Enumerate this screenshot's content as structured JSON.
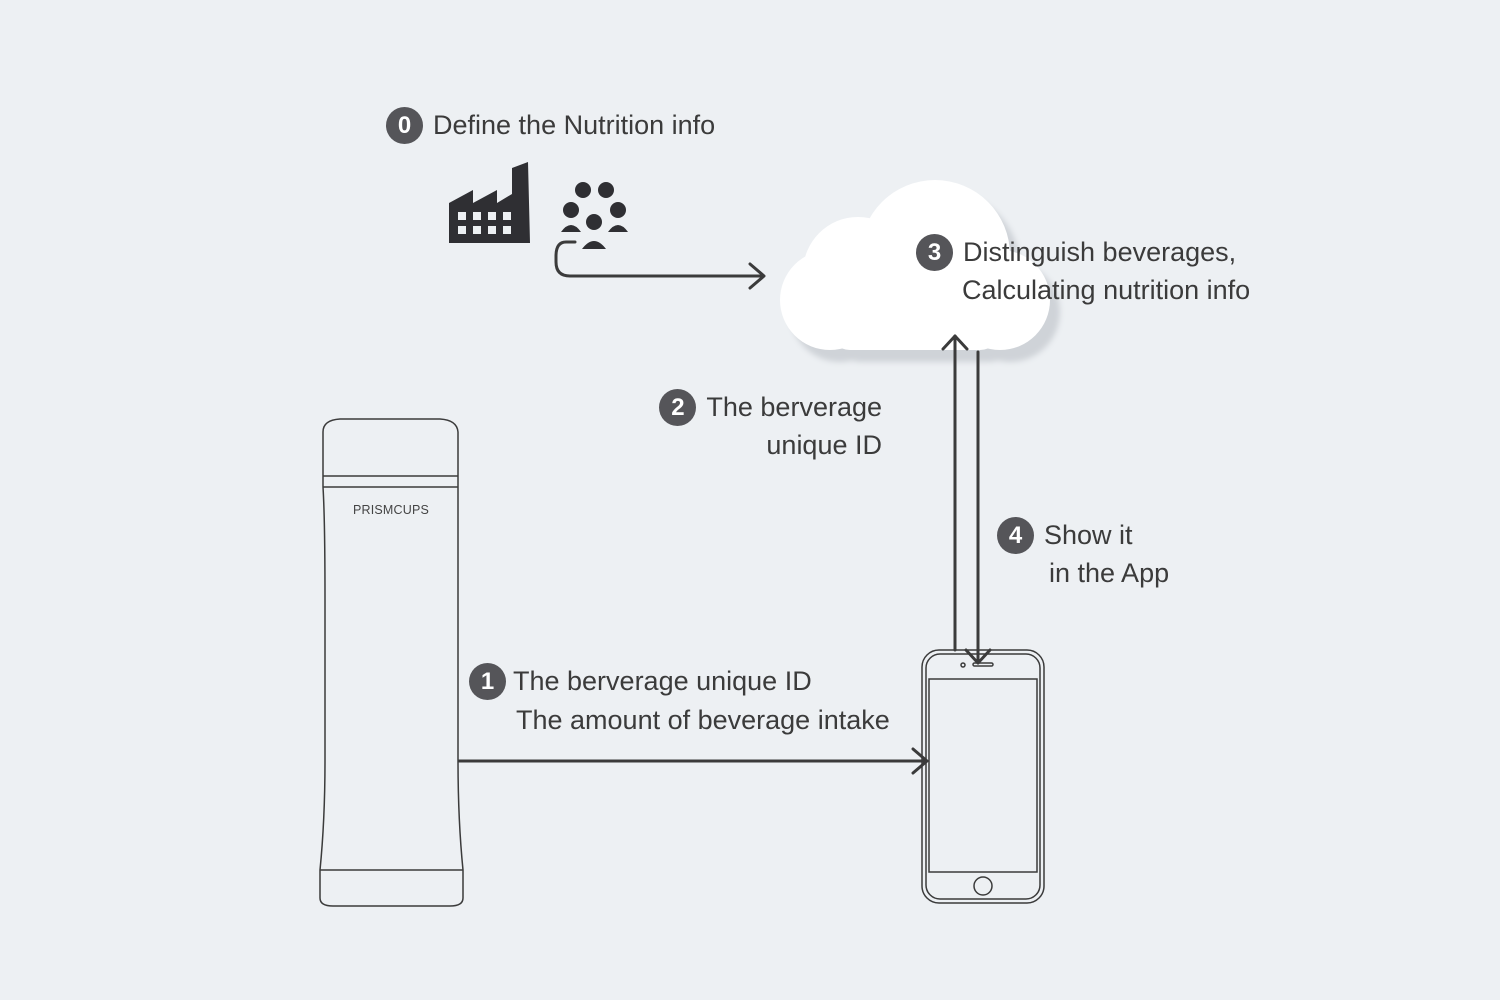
{
  "steps": {
    "step0": {
      "number": "0",
      "text": "Define the Nutrition info"
    },
    "step1": {
      "number": "1",
      "line1": "The berverage unique ID",
      "line2": "The amount of beverage intake"
    },
    "step2": {
      "number": "2",
      "line1": "The berverage",
      "line2": "unique ID"
    },
    "step3": {
      "number": "3",
      "line1": "Distinguish beverages,",
      "line2": "Calculating nutrition info"
    },
    "step4": {
      "number": "4",
      "line1": "Show it",
      "line2": "in the App"
    }
  },
  "bottle": {
    "brand": "PRISMCUPS"
  },
  "icons": [
    "factory-icon",
    "people-group-icon",
    "cloud-icon",
    "bottle-icon",
    "smartphone-icon"
  ],
  "colors": {
    "background": "#edf0f3",
    "badge": "#555559",
    "lines": "#3b3b3b",
    "cloud": "#ffffff"
  }
}
